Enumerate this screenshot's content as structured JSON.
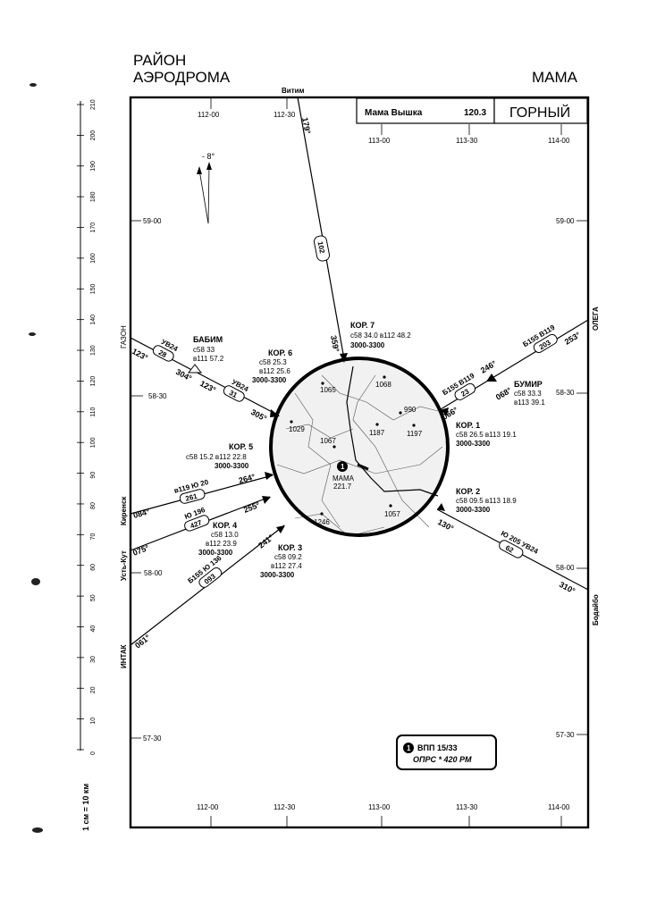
{
  "header": {
    "area_title_line1": "РАЙОН",
    "area_title_line2": "АЭРОДРОМА",
    "airport": "МАМА"
  },
  "frequency_box": {
    "label": "Мама  Вышка",
    "value": "120.3",
    "terrain": "ГОРНЫЙ"
  },
  "declination": "- 8°",
  "scale": {
    "label": "1 см = 10 км",
    "ticks": [
      "210",
      "200",
      "190",
      "180",
      "170",
      "160",
      "150",
      "140",
      "130",
      "120",
      "110",
      "100",
      "90",
      "80",
      "70",
      "60",
      "50",
      "40",
      "30",
      "20",
      "10",
      "0"
    ]
  },
  "grid": {
    "lon_top": [
      "112-00",
      "112-30",
      "113-00",
      "113-30",
      "114-00"
    ],
    "lon_bottom": [
      "112-00",
      "113-00",
      "113-30",
      "114-00"
    ],
    "lon_bottom_left": "112-30",
    "lat_left": [
      "59-00",
      "58-30",
      "58-00",
      "57-30"
    ],
    "lat_right": [
      "59-00",
      "58-30",
      "58-00",
      "57-30"
    ]
  },
  "edge_labels": {
    "vitim": "Витим",
    "gazon": "ГАЗОН",
    "kirensk": "Киренск",
    "ust_kut": "Усть-Кут",
    "intak": "ИНТАК",
    "olega": "ОЛЕГА",
    "bodaibo": "Бодайбо"
  },
  "airways": {
    "vitim_track": "179°",
    "vitim_dist": "102",
    "vitim_inbound": "359°",
    "babim_track_out": "123°",
    "babim_seg1_name": "УВ24",
    "babim_seg1_dist": "28",
    "babim_inbound": "304°",
    "babim_track_in": "123°",
    "babim_seg2_name": "УВ24",
    "babim_seg2_dist": "31",
    "kor6_inbound": "305°",
    "kor5_inbound": "264°",
    "kirensk_name": "в119 Ю 20",
    "kirensk_dist": "261",
    "kirensk_track": "084°",
    "ustkut_name": "Ю 196",
    "ustkut_dist": "427",
    "ustkut_track": "075°",
    "kor4_inbound": "255°",
    "intak_name": "Б155 Ю 136",
    "intak_dist": "093",
    "intak_track": "061°",
    "kor3_inbound": "241°",
    "olega_name": "Б155 В119",
    "olega_dist": "203",
    "olega_track": "253°",
    "bumir_name": "Б155 В119",
    "bumir_dist": "23",
    "bumir_inbound": "246°",
    "bumir_track": "068°",
    "kor1_track": "066°",
    "bodaibo_name": "Ю 205 УВ24",
    "bodaibo_dist": "62",
    "bodaibo_track": "130°",
    "bodaibo_inbound": "310°"
  },
  "fixes": {
    "babim": {
      "name": "БАБИМ",
      "l1": "с58 33",
      "l2": "в111 57.2"
    },
    "bumir": {
      "name": "БУМИР",
      "l1": "с58 33.3",
      "l2": "в113  39.1"
    },
    "kor1": {
      "name": "КОР. 1",
      "l1": "с58 26.5 в113  19.1",
      "l2": "3000-3300"
    },
    "kor2": {
      "name": "КОР. 2",
      "l1": "с58 09.5 в113  18.9",
      "l2": "3000-3300"
    },
    "kor3": {
      "name": "КОР. 3",
      "l1": "с58 09.2",
      "l2": "в112 27.4",
      "l3": "3000-3300"
    },
    "kor4": {
      "name": "КОР. 4",
      "l1": "с58 13.0",
      "l2": "в112 23.9",
      "l3": "3000-3300"
    },
    "kor5": {
      "name": "КОР. 5",
      "l1": "с58  15.2 в112 22.8",
      "l2": "3000-3300"
    },
    "kor6": {
      "name": "КОР. 6",
      "l1": "с58 25.3",
      "l2": "в112 25.6",
      "l3": "3000-3300"
    },
    "kor7": {
      "name": "КОР. 7",
      "l1": "с58 34.0 в112 48.2",
      "l2": "3000-3300"
    }
  },
  "elevations": [
    "1065",
    "1068",
    "990",
    "1029",
    "1067",
    "1187",
    "1197",
    "1246",
    "1057"
  ],
  "aerodrome": {
    "badge": "1",
    "name": "МАМА",
    "elev": "221.7"
  },
  "runway_note": {
    "badge": "1",
    "line1": "ВПП 15/33",
    "line2": "ОПРС * 420 РМ"
  }
}
